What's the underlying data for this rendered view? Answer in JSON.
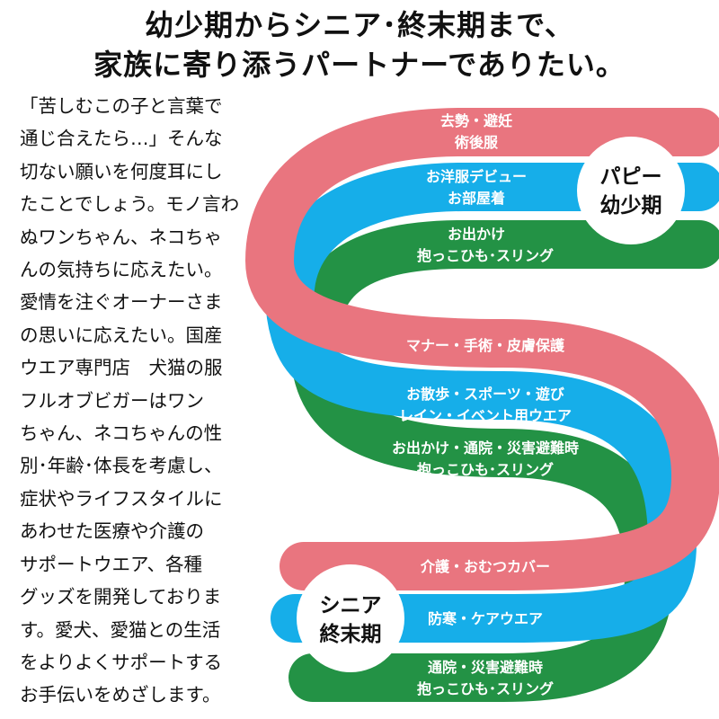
{
  "headline": {
    "line1": "幼少期からシニア･終末期まで、",
    "line2": "家族に寄り添うパートナーでありたい。"
  },
  "body": {
    "lines": [
      "「苦しむこの子と言葉で",
      "通じ合えたら…」そんな",
      "切ない願いを何度耳にし",
      "たことでしょう。モノ言わ",
      "ぬワンちゃん、ネコちゃ",
      "んの気持ちに応えたい。",
      "愛情を注ぐオーナーさま",
      "の思いに応えたい。国産",
      "ウエア専門店　犬猫の服",
      "フルオブビガーはワン",
      "ちゃん、ネコちゃんの性",
      "別･年齢･体長を考慮し、",
      "症状やライフスタイルに",
      "あわせた医療や介護の",
      "サポートウエア、各種",
      "グッズを開発しておりま",
      "す。愛犬、愛猫との生活",
      "をよりよくサポートする",
      "お手伝いをめざします。"
    ]
  },
  "badges": {
    "puppy": {
      "line1": "パピー",
      "line2": "幼少期"
    },
    "senior": {
      "line1": "シニア",
      "line2": "終末期"
    }
  },
  "bands": {
    "top": {
      "pink": [
        "去勢・避妊",
        "術後服"
      ],
      "blue": [
        "お洋服デビュー",
        "お部屋着"
      ],
      "green": [
        "お出かけ",
        "抱っこひも･スリング"
      ]
    },
    "middle": {
      "pink": [
        "マナー・手術・皮膚保護"
      ],
      "blue": [
        "お散歩・スポーツ・遊び",
        "レイン・イベント用ウエア"
      ],
      "green": [
        "お出かけ・通院・災害避難時",
        "抱っこひも･スリング"
      ]
    },
    "bottom": {
      "pink": [
        "介護・おむつカバー"
      ],
      "blue": [
        "防寒・ケアウエア"
      ],
      "green": [
        "通院・災害避難時",
        "抱っこひも･スリング"
      ]
    }
  },
  "colors": {
    "pink": "#E9757F",
    "blue": "#16AEE9",
    "green": "#239245",
    "badge_bg": "#ffffff",
    "text": "#111111"
  }
}
